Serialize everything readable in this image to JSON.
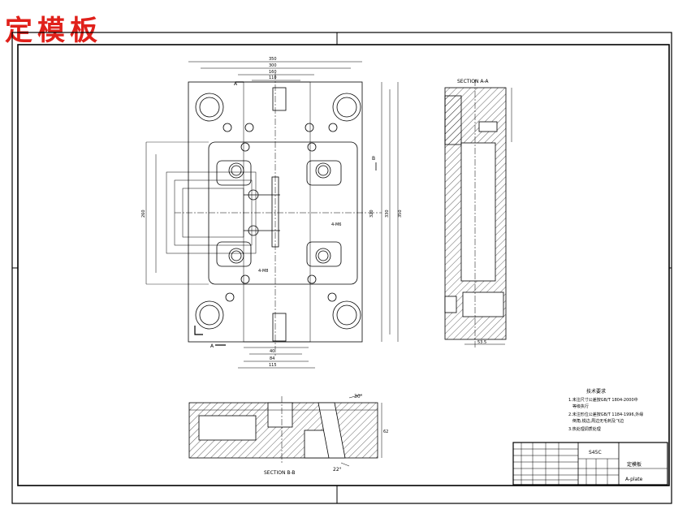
{
  "stamp_title": "定模板",
  "views": {
    "section_aa": "SECTION A-A",
    "section_bb": "SECTION B-B"
  },
  "notes": {
    "heading": "技术要求",
    "line1": "1.未注尺寸公差按GB/T 1804-2000中",
    "line1b": "等级执行",
    "line2": "2.未注形位公差按GB/T 1184-1996,外缘",
    "line2b": "倒角,锐边,周边无毛刺及飞边",
    "line3": "3.热处理调质处理"
  },
  "title_block": {
    "material": "S45C",
    "part_name_cn": "定模板",
    "part_name_en": "A-plate"
  },
  "dimensions": {
    "top": [
      "350",
      "300",
      "160",
      "110"
    ],
    "bottom": [
      "40",
      "84",
      "115"
    ],
    "right": [
      "320",
      "330",
      "350"
    ],
    "left_a": "260",
    "holes": [
      "4-M6",
      "4-M8"
    ],
    "angle_top": "30°",
    "angle_bottom": "22°"
  },
  "labels": {
    "A": "A",
    "B": "B",
    "section_depth": "62",
    "section_w": "53.5"
  }
}
